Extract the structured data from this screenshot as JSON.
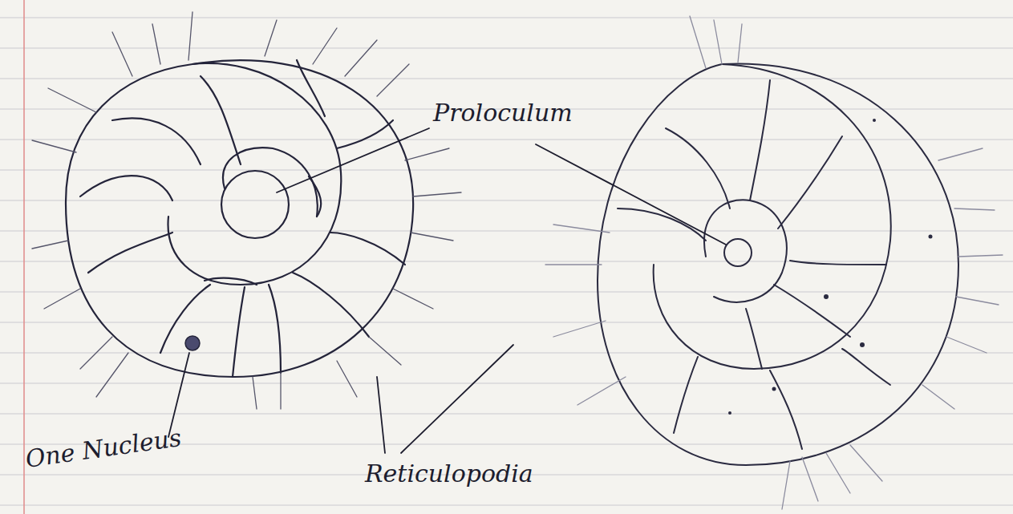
{
  "diagram": {
    "labels": [
      "Proloculum",
      "One Nucleus",
      "Reticulopodia"
    ]
  }
}
